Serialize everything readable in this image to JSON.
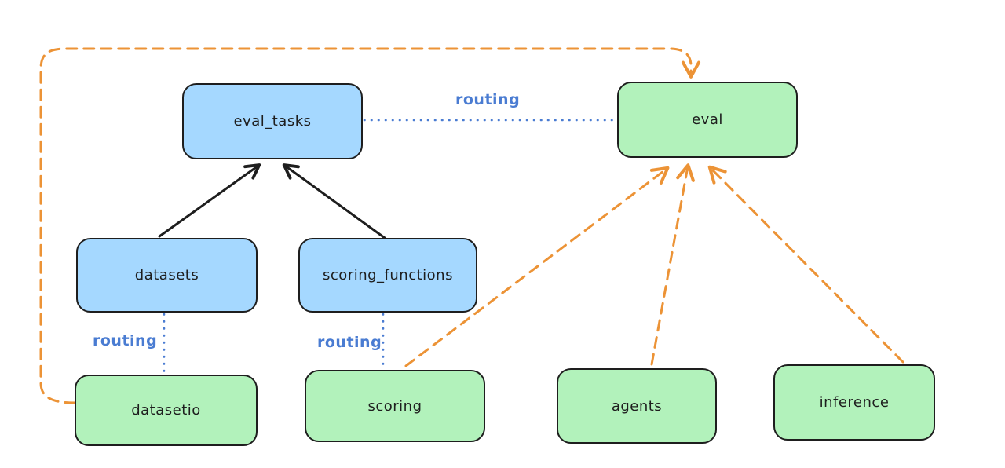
{
  "diagram": {
    "colors": {
      "background": "#ffffff",
      "blue_node_fill": "#a5d8ff",
      "green_node_fill": "#b2f2bb",
      "node_border": "#1e1e1e",
      "solid_arrow": "#1e1e1e",
      "routing_blue": "#4a7cd2",
      "provider_orange": "#ec9336"
    },
    "nodes": [
      {
        "id": "eval_tasks",
        "label": "eval_tasks",
        "fill": "blue"
      },
      {
        "id": "eval",
        "label": "eval",
        "fill": "green"
      },
      {
        "id": "datasets",
        "label": "datasets",
        "fill": "blue"
      },
      {
        "id": "scoring_functions",
        "label": "scoring_functions",
        "fill": "blue"
      },
      {
        "id": "datasetio",
        "label": "datasetio",
        "fill": "green"
      },
      {
        "id": "scoring",
        "label": "scoring",
        "fill": "green"
      },
      {
        "id": "agents",
        "label": "agents",
        "fill": "green"
      },
      {
        "id": "inference",
        "label": "inference",
        "fill": "green"
      }
    ],
    "edge_labels": [
      {
        "text": "routing"
      },
      {
        "text": "routing"
      },
      {
        "text": "routing"
      }
    ],
    "edges": [
      {
        "from": "datasets",
        "to": "eval_tasks",
        "style": "solid",
        "color": "black"
      },
      {
        "from": "scoring_functions",
        "to": "eval_tasks",
        "style": "solid",
        "color": "black"
      },
      {
        "from": "eval_tasks",
        "to": "eval",
        "style": "dotted",
        "color": "blue",
        "label": "routing"
      },
      {
        "from": "datasets",
        "to": "datasetio",
        "style": "dotted",
        "color": "blue",
        "label": "routing"
      },
      {
        "from": "scoring_functions",
        "to": "scoring",
        "style": "dotted",
        "color": "blue",
        "label": "routing"
      },
      {
        "from": "datasetio",
        "to": "eval",
        "style": "dashed",
        "color": "orange"
      },
      {
        "from": "scoring",
        "to": "eval",
        "style": "dashed",
        "color": "orange"
      },
      {
        "from": "agents",
        "to": "eval",
        "style": "dashed",
        "color": "orange"
      },
      {
        "from": "inference",
        "to": "eval",
        "style": "dashed",
        "color": "orange"
      }
    ]
  }
}
